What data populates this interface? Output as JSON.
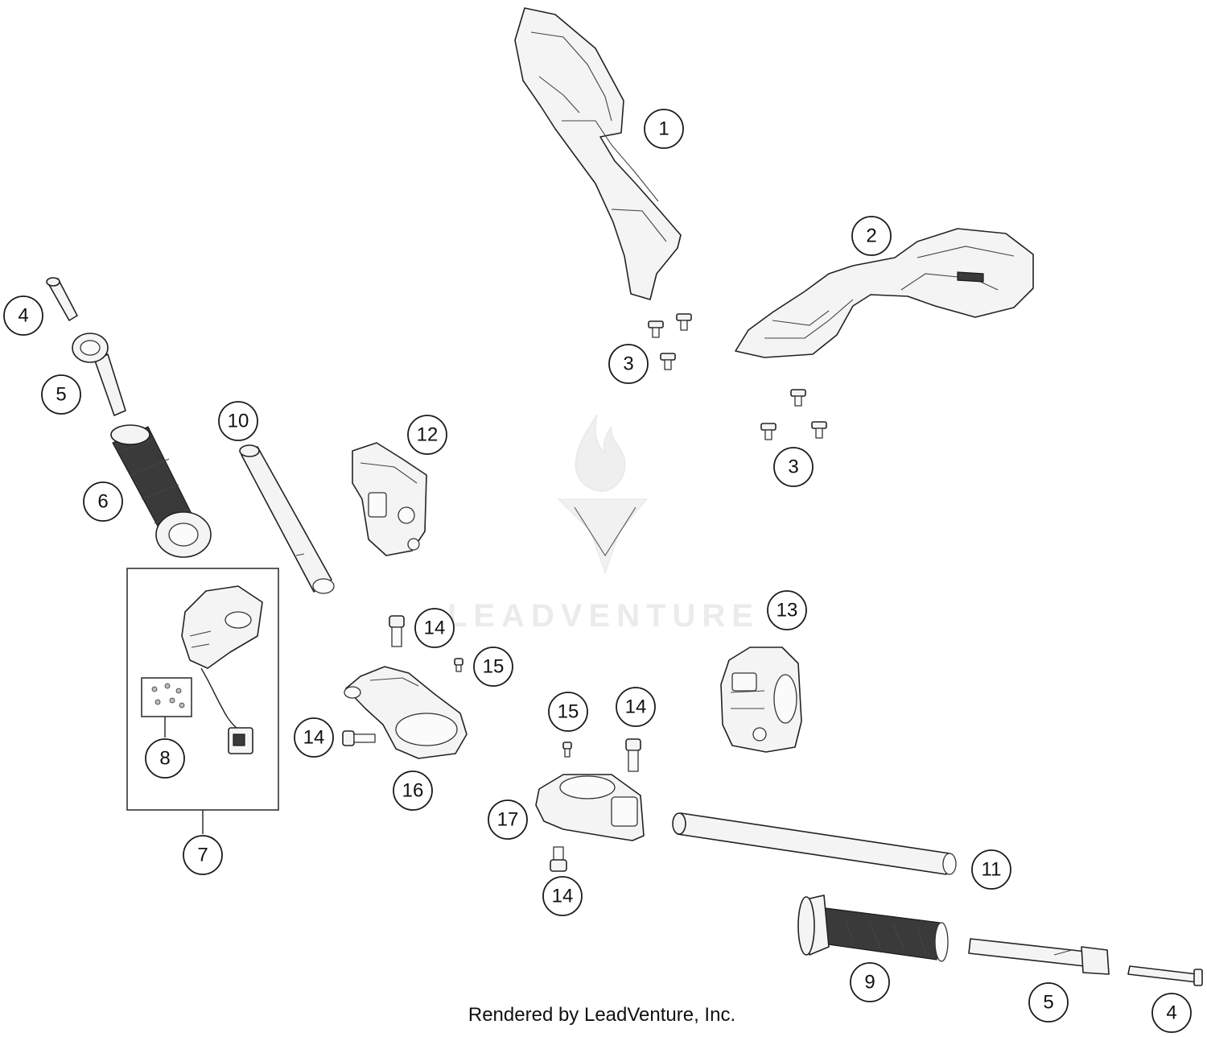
{
  "diagram": {
    "callouts": [
      {
        "id": "c1",
        "label": "1"
      },
      {
        "id": "c2",
        "label": "2"
      },
      {
        "id": "c3a",
        "label": "3"
      },
      {
        "id": "c3b",
        "label": "3"
      },
      {
        "id": "c4a",
        "label": "4"
      },
      {
        "id": "c4b",
        "label": "4"
      },
      {
        "id": "c5a",
        "label": "5"
      },
      {
        "id": "c5b",
        "label": "5"
      },
      {
        "id": "c6",
        "label": "6"
      },
      {
        "id": "c7",
        "label": "7"
      },
      {
        "id": "c8",
        "label": "8"
      },
      {
        "id": "c9",
        "label": "9"
      },
      {
        "id": "c10",
        "label": "10"
      },
      {
        "id": "c11",
        "label": "11"
      },
      {
        "id": "c12",
        "label": "12"
      },
      {
        "id": "c13",
        "label": "13"
      },
      {
        "id": "c14a",
        "label": "14"
      },
      {
        "id": "c14b",
        "label": "14"
      },
      {
        "id": "c14c",
        "label": "14"
      },
      {
        "id": "c14d",
        "label": "14"
      },
      {
        "id": "c15a",
        "label": "15"
      },
      {
        "id": "c15b",
        "label": "15"
      },
      {
        "id": "c16",
        "label": "16"
      },
      {
        "id": "c17",
        "label": "17"
      }
    ]
  },
  "watermark": {
    "text": "LEADVENTURE",
    "icon": "flame-v-logo-icon"
  },
  "footer": {
    "credit": "Rendered by LeadVenture, Inc."
  }
}
